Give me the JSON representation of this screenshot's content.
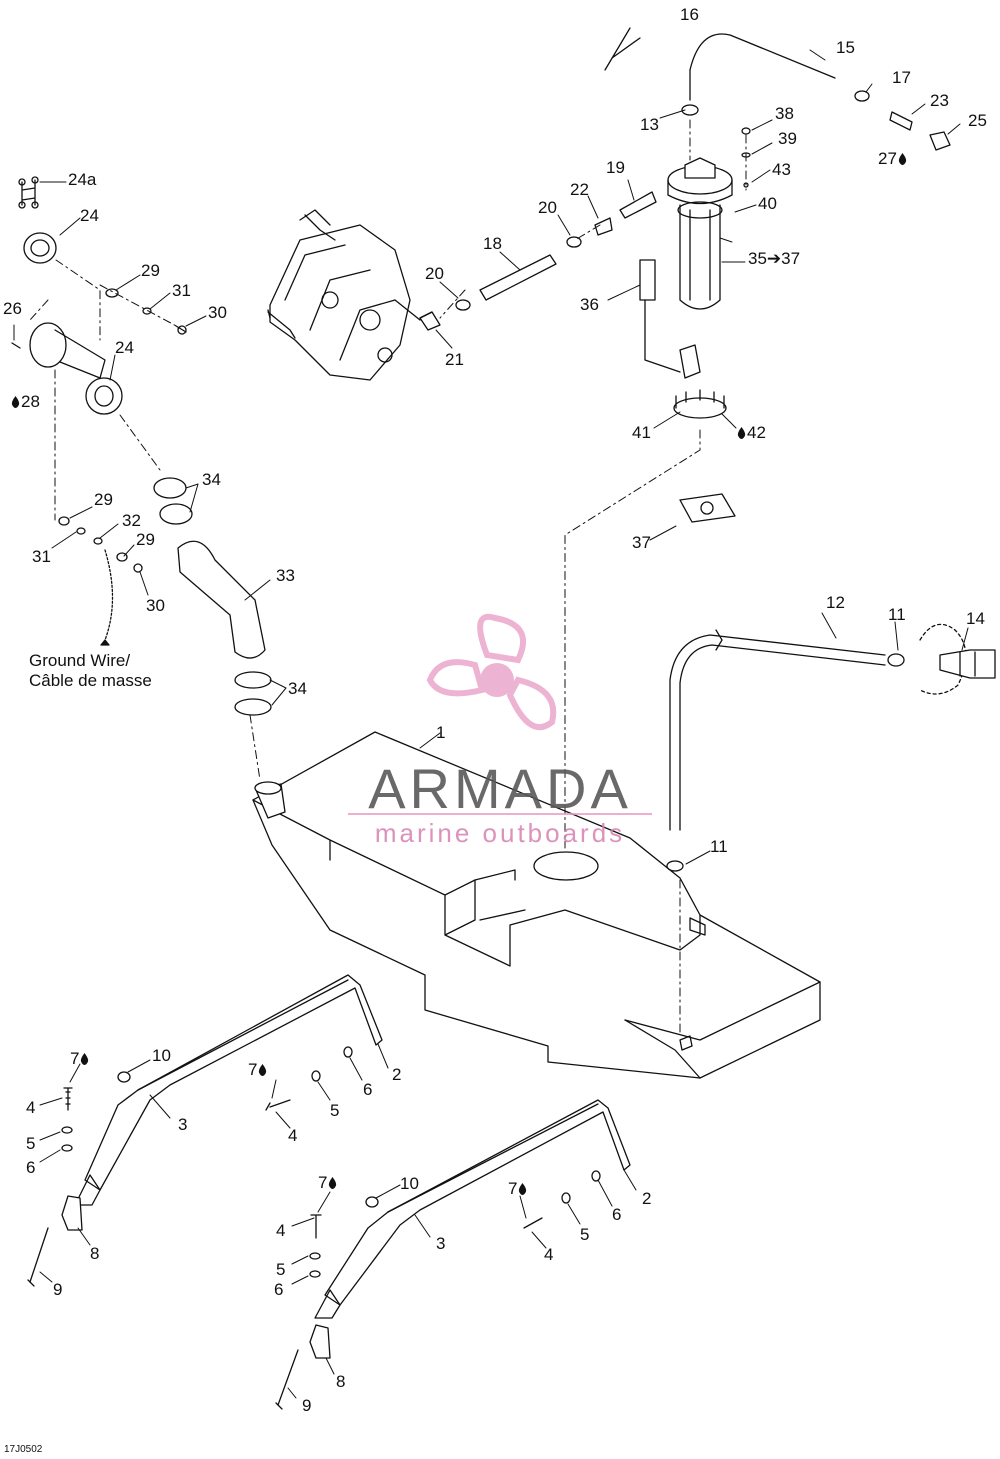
{
  "diagram": {
    "figure_code": "17J0502",
    "ground_wire": {
      "line1": "Ground Wire/",
      "line2": "Câble de masse"
    },
    "watermark": {
      "brand": "ARMADA",
      "tagline": "marine outboards",
      "color_logo": "#e89ac4",
      "color_brand": "#595959"
    },
    "callouts": [
      {
        "id": "c1",
        "text": "1"
      },
      {
        "id": "c2a",
        "text": "2"
      },
      {
        "id": "c2b",
        "text": "2"
      },
      {
        "id": "c3a",
        "text": "3"
      },
      {
        "id": "c3b",
        "text": "3"
      },
      {
        "id": "c4a",
        "text": "4"
      },
      {
        "id": "c4b",
        "text": "4"
      },
      {
        "id": "c4c",
        "text": "4"
      },
      {
        "id": "c4d",
        "text": "4"
      },
      {
        "id": "c5a",
        "text": "5"
      },
      {
        "id": "c5b",
        "text": "5"
      },
      {
        "id": "c5c",
        "text": "5"
      },
      {
        "id": "c5d",
        "text": "5"
      },
      {
        "id": "c6a",
        "text": "6"
      },
      {
        "id": "c6b",
        "text": "6"
      },
      {
        "id": "c6c",
        "text": "6"
      },
      {
        "id": "c6d",
        "text": "6"
      },
      {
        "id": "c7a",
        "text": "7"
      },
      {
        "id": "c7b",
        "text": "7"
      },
      {
        "id": "c7c",
        "text": "7"
      },
      {
        "id": "c7d",
        "text": "7"
      },
      {
        "id": "c8a",
        "text": "8"
      },
      {
        "id": "c8b",
        "text": "8"
      },
      {
        "id": "c9a",
        "text": "9"
      },
      {
        "id": "c9b",
        "text": "9"
      },
      {
        "id": "c10a",
        "text": "10"
      },
      {
        "id": "c10b",
        "text": "10"
      },
      {
        "id": "c11a",
        "text": "11"
      },
      {
        "id": "c11b",
        "text": "11"
      },
      {
        "id": "c12",
        "text": "12"
      },
      {
        "id": "c13",
        "text": "13"
      },
      {
        "id": "c14",
        "text": "14"
      },
      {
        "id": "c15",
        "text": "15"
      },
      {
        "id": "c16",
        "text": "16"
      },
      {
        "id": "c17",
        "text": "17"
      },
      {
        "id": "c18",
        "text": "18"
      },
      {
        "id": "c19",
        "text": "19"
      },
      {
        "id": "c20a",
        "text": "20"
      },
      {
        "id": "c20b",
        "text": "20"
      },
      {
        "id": "c21",
        "text": "21"
      },
      {
        "id": "c22",
        "text": "22"
      },
      {
        "id": "c23",
        "text": "23"
      },
      {
        "id": "c24a",
        "text": "24a"
      },
      {
        "id": "c24",
        "text": "24"
      },
      {
        "id": "c24b",
        "text": "24"
      },
      {
        "id": "c25",
        "text": "25"
      },
      {
        "id": "c26",
        "text": "26"
      },
      {
        "id": "c27",
        "text": "27"
      },
      {
        "id": "c28",
        "text": "28"
      },
      {
        "id": "c29a",
        "text": "29"
      },
      {
        "id": "c29b",
        "text": "29"
      },
      {
        "id": "c29c",
        "text": "29"
      },
      {
        "id": "c30a",
        "text": "30"
      },
      {
        "id": "c30b",
        "text": "30"
      },
      {
        "id": "c31a",
        "text": "31"
      },
      {
        "id": "c31b",
        "text": "31"
      },
      {
        "id": "c32",
        "text": "32"
      },
      {
        "id": "c33",
        "text": "33"
      },
      {
        "id": "c34a",
        "text": "34"
      },
      {
        "id": "c34b",
        "text": "34"
      },
      {
        "id": "c35",
        "text": "35➔37"
      },
      {
        "id": "c36",
        "text": "36"
      },
      {
        "id": "c37",
        "text": "37"
      },
      {
        "id": "c38",
        "text": "38"
      },
      {
        "id": "c39",
        "text": "39"
      },
      {
        "id": "c40",
        "text": "40"
      },
      {
        "id": "c41",
        "text": "41"
      },
      {
        "id": "c42",
        "text": "42"
      },
      {
        "id": "c43",
        "text": "43"
      }
    ]
  }
}
